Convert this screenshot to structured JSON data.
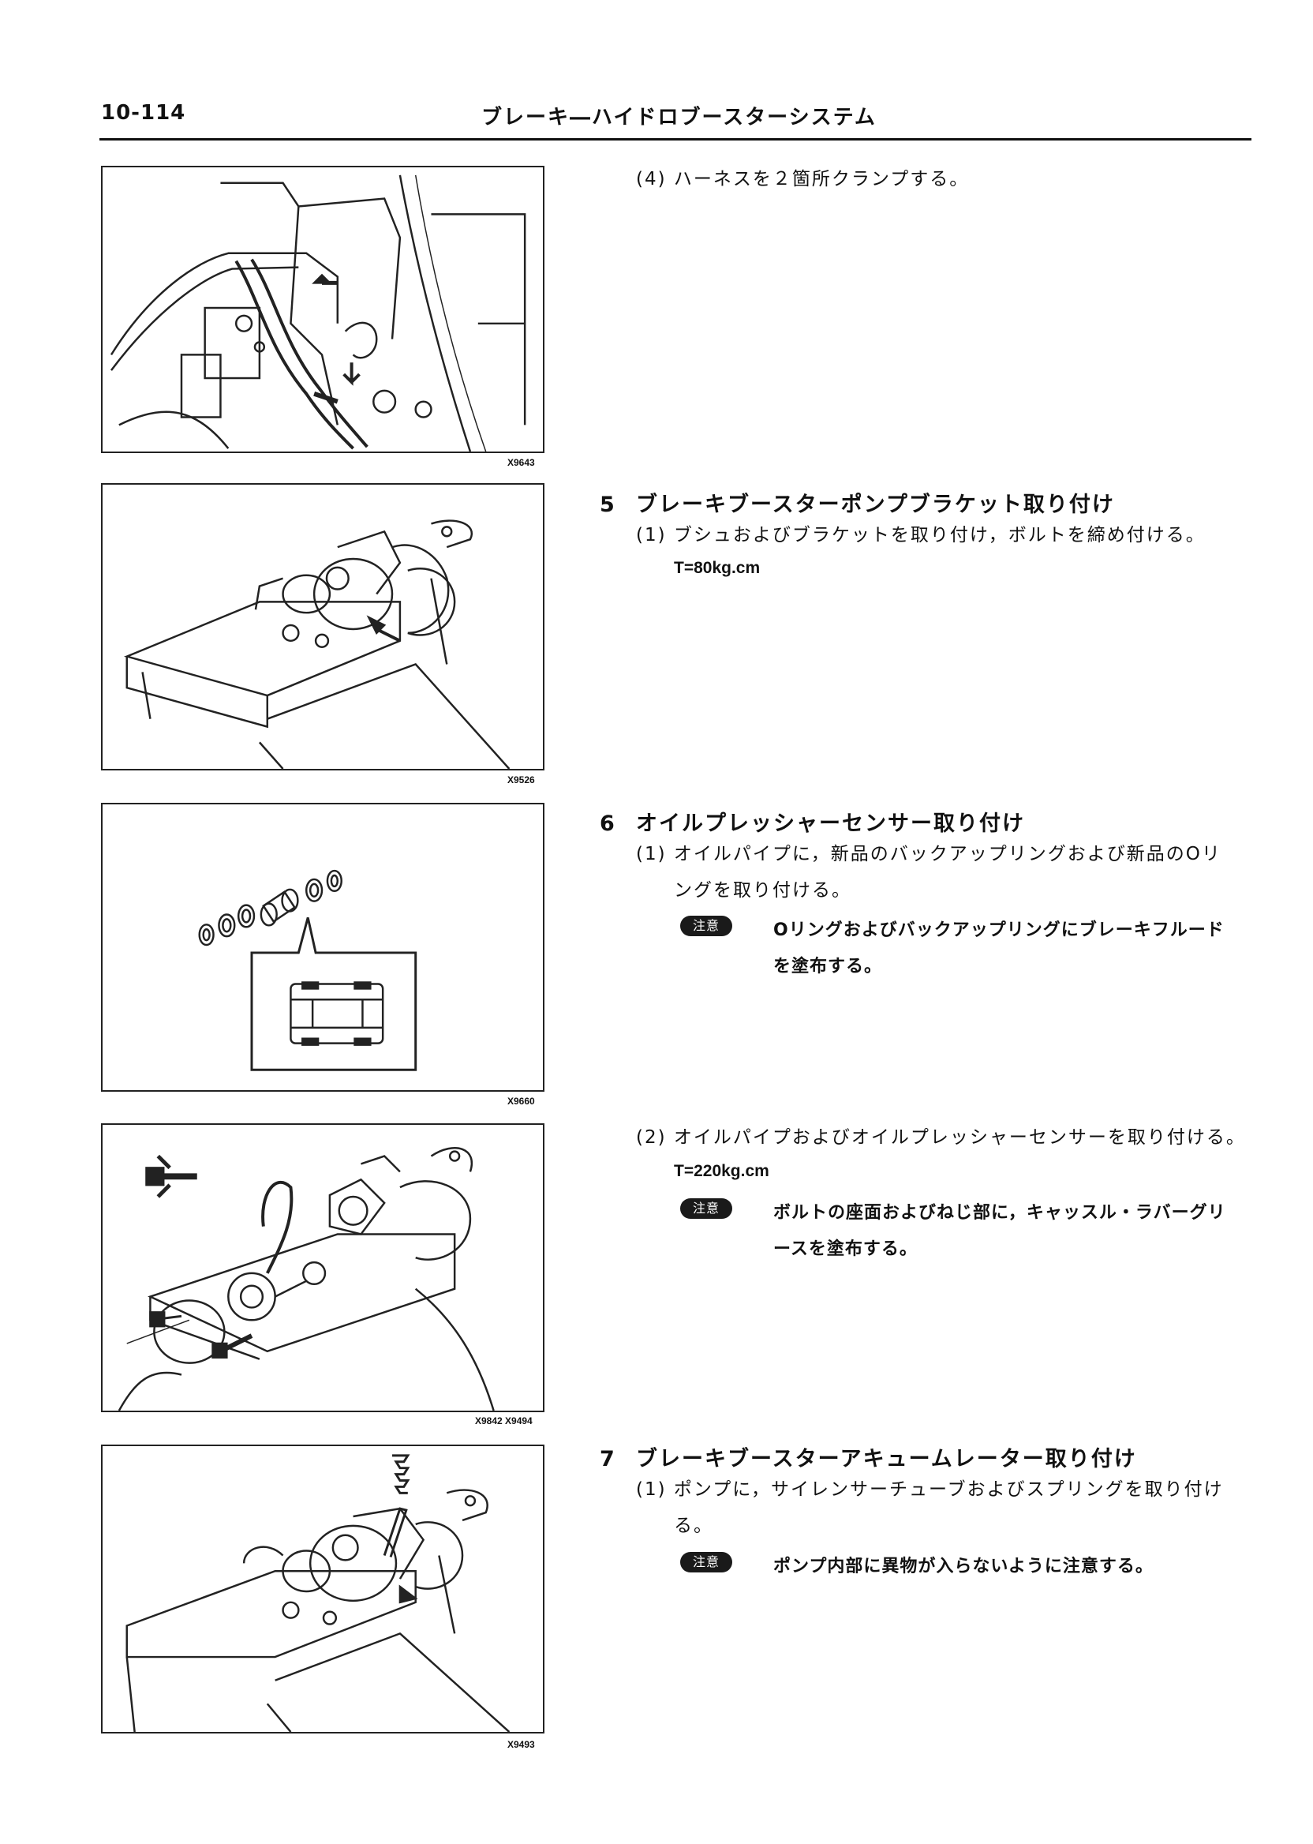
{
  "header": {
    "page_number": "10-114",
    "title": "ブレーキ―ハイドロブースターシステム"
  },
  "figures": [
    {
      "id": "X9643"
    },
    {
      "id": "X9526"
    },
    {
      "id": "X9660"
    },
    {
      "id": "X9842  X9494"
    },
    {
      "id": "X9493"
    }
  ],
  "sections": {
    "step4": {
      "line1": "(4)  ハーネスを２箇所クランプする。"
    },
    "step5": {
      "number": "5",
      "title": "ブレーキブースターポンプブラケット取り付け",
      "item1": "(1)  ブシュおよびブラケットを取り付け，ボルトを締め付ける。",
      "spec": "T=80kg.cm"
    },
    "step6": {
      "number": "6",
      "title": "オイルプレッシャーセンサー取り付け",
      "item1_line1": "(1)  オイルパイプに，新品のバックアップリングおよび新品のOリ",
      "item1_line2": "ングを取り付ける。",
      "note_label": "注意",
      "note1_line1": "Oリングおよびバックアップリングにブレーキフルード",
      "note1_line2": "を塗布する。",
      "item2": "(2)  オイルパイプおよびオイルプレッシャーセンサーを取り付ける。",
      "spec": "T=220kg.cm",
      "note2_line1": "ボルトの座面およびねじ部に，キャッスル・ラバーグリ",
      "note2_line2": "ースを塗布する。"
    },
    "step7": {
      "number": "7",
      "title": "ブレーキブースターアキュームレーター取り付け",
      "item1_line1": "(1)  ポンプに，サイレンサーチューブおよびスプリングを取り付け",
      "item1_line2": "る。",
      "note_label": "注意",
      "note1": "ポンプ内部に異物が入らないように注意する。"
    }
  }
}
